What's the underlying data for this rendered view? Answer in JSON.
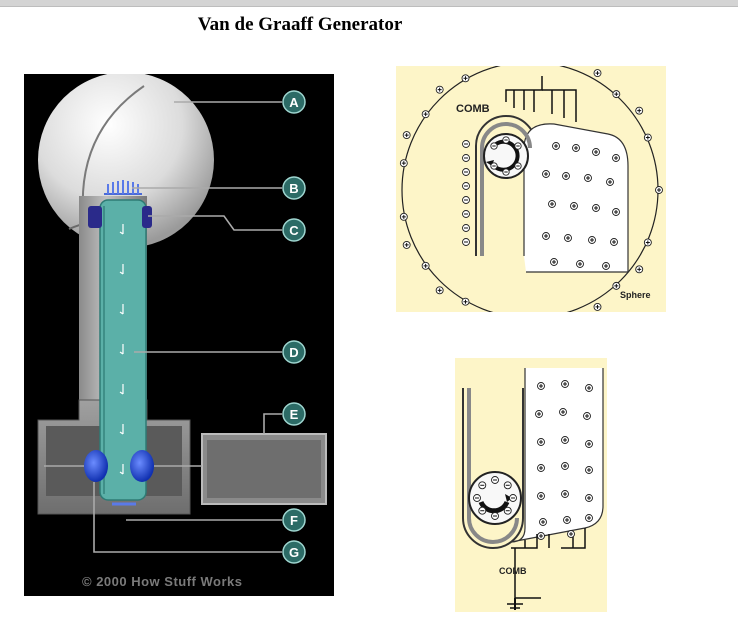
{
  "page": {
    "title": "Van de Graaff Generator"
  },
  "left_diagram": {
    "labels": [
      "A",
      "B",
      "C",
      "D",
      "E",
      "F",
      "G"
    ],
    "copyright": "© 2000 How Stuff Works",
    "colors": {
      "background": "#000000",
      "belt": "#5bb0a8",
      "roller": "#1840c8",
      "sphere": "#e6e6e6",
      "column": "#a8a8a8"
    }
  },
  "top_right_diagram": {
    "comb_label": "COMB",
    "sphere_label": "Sphere",
    "background": "#fdf5c8"
  },
  "bottom_right_diagram": {
    "comb_label": "COMB",
    "background": "#fdf5c8"
  }
}
